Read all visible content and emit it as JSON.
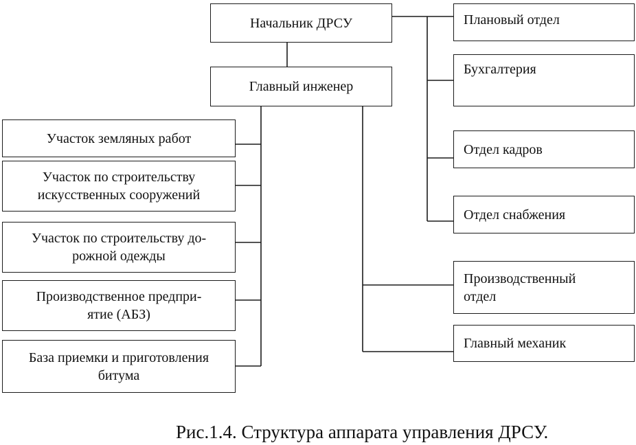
{
  "diagram": {
    "root": "Начальник ДРСУ",
    "chief_engineer": "Главный инженер",
    "left_units": [
      [
        "Участок земляных работ"
      ],
      [
        "Участок по строительству",
        "искусственных сооружений"
      ],
      [
        "Участок по строительству до-",
        "рожной одежды"
      ],
      [
        "Производственное предпри-",
        "ятие (АБЗ)"
      ],
      [
        "База приемки и приготовления",
        "битума"
      ]
    ],
    "right_departments": [
      "Плановый отдел",
      "Бухгалтерия",
      "Отдел кадров",
      "Отдел снабжения"
    ],
    "right_engineering": [
      [
        "Производственный",
        "отдел"
      ],
      [
        "Главный механик"
      ]
    ]
  },
  "caption": "Рис.1.4. Структура аппарата управления ДРСУ."
}
